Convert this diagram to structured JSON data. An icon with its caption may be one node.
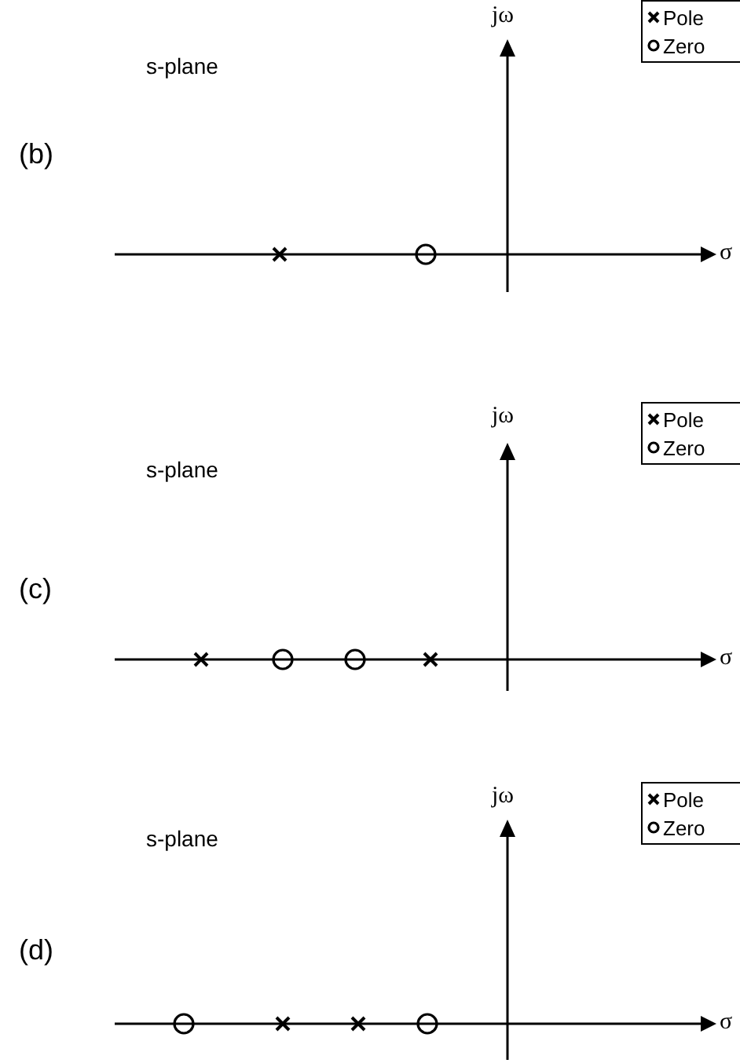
{
  "diagram": {
    "labels": [
      "jω",
      "s-plane",
      "(b)",
      "σ",
      "jω",
      "s-plane",
      "(c)",
      "σ",
      "jω",
      "s-plane",
      "(d)",
      "σ"
    ],
    "legend": [
      {
        "text": "Pole"
      },
      {
        "text": "Zero"
      },
      {
        "text": "Pole"
      },
      {
        "text": "Zero"
      },
      {
        "text": "Pole"
      },
      {
        "text": "Zero"
      }
    ]
  }
}
